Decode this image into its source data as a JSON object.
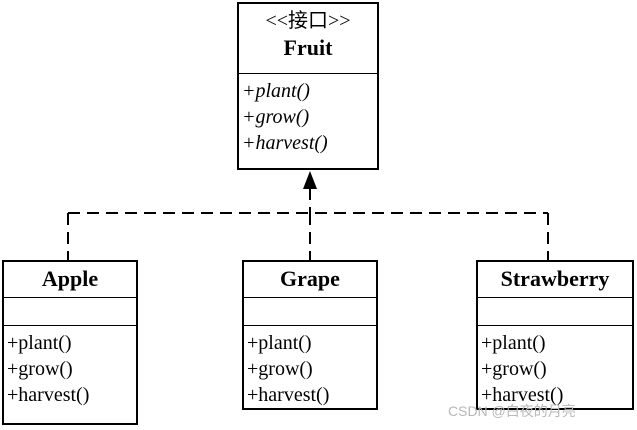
{
  "interface": {
    "stereotype": "<<接口>>",
    "name": "Fruit",
    "methods": [
      "+plant()",
      "+grow()",
      "+harvest()"
    ]
  },
  "classes": [
    {
      "name": "Apple",
      "methods": [
        "+plant()",
        "+grow()",
        "+harvest()"
      ]
    },
    {
      "name": "Grape",
      "methods": [
        "+plant()",
        "+grow()",
        "+harvest()"
      ]
    },
    {
      "name": "Strawberry",
      "methods": [
        "+plant()",
        "+grow()",
        "+harvest()"
      ]
    }
  ],
  "watermark": "CSDN @白夜的月亮"
}
